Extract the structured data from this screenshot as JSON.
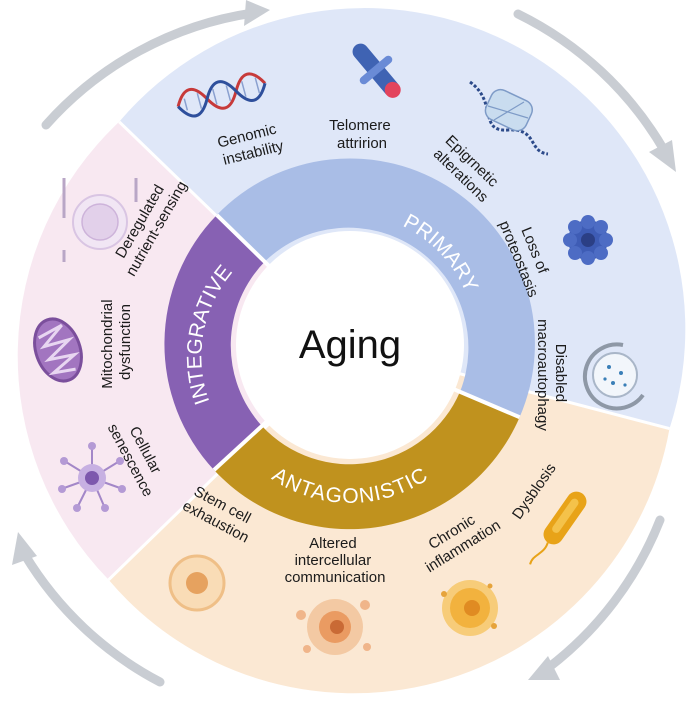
{
  "center": {
    "title": "Aging"
  },
  "categories": {
    "primary": {
      "label": "PRIMARY",
      "color": "#a9bde6",
      "bg": "#dfe7f8"
    },
    "antagonistic": {
      "label": "ANTAGONISTIC",
      "color": "#c0921e",
      "bg": "#fbe8d3"
    },
    "integrative": {
      "label": "INTEGRATIVE",
      "color": "#8761b3",
      "bg": "#f8e8f1"
    }
  },
  "hallmarks": {
    "genomic_instability": {
      "lines": [
        "Genomic",
        "instability"
      ],
      "icon": "dna-icon"
    },
    "telomere_attrition": {
      "lines": [
        "Telomere",
        "attririon"
      ],
      "icon": "chromosome-icon"
    },
    "epigenetic_alterations": {
      "lines": [
        "Epigrnetic",
        "alterations"
      ],
      "icon": "nucleosome-icon"
    },
    "loss_of_proteostasis": {
      "lines": [
        "Loss of",
        "proteostasis"
      ],
      "icon": "protein-complex-icon"
    },
    "disabled_macroautophagy": {
      "lines": [
        "Disabled",
        "macroautophagy"
      ],
      "icon": "autophagosome-icon"
    },
    "dysbiosis": {
      "lines": [
        "Dysblosis"
      ],
      "icon": "bacterium-icon"
    },
    "chronic_inflammation": {
      "lines": [
        "Chronic",
        "inflammation"
      ],
      "icon": "inflamed-cell-icon"
    },
    "altered_intercellular_communication": {
      "lines": [
        "Altered",
        "intercellular",
        "communication"
      ],
      "icon": "communicating-cell-icon"
    },
    "stem_cell_exhaustion": {
      "lines": [
        "Stem cell",
        "exhaustion"
      ],
      "icon": "stem-cell-icon"
    },
    "cellular_senescence": {
      "lines": [
        "Cellular",
        "senescence"
      ],
      "icon": "senescent-cell-icon"
    },
    "mitochondrial_dysfunction": {
      "lines": [
        "Mitochondrial",
        "dysfunction"
      ],
      "icon": "mitochondrion-icon"
    },
    "deregulated_nutrient_sensing": {
      "lines": [
        "Deregulated",
        "nutrient-sensing"
      ],
      "icon": "plate-icon"
    }
  },
  "arrows": {
    "color": "#c9cdd3",
    "icon": "cycle-arrow-icon"
  }
}
